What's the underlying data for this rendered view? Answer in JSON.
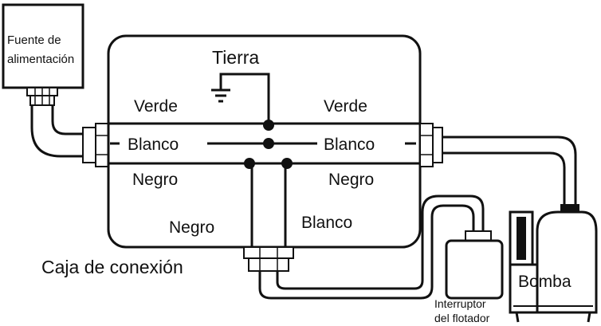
{
  "labels": {
    "power_supply_line1": "Fuente de",
    "power_supply_line2": "alimentación",
    "ground": "Tierra",
    "green_left": "Verde",
    "green_right": "Verde",
    "white_left": "Blanco",
    "white_right": "Blanco",
    "black_left": "Negro",
    "black_right": "Negro",
    "black_bottom": "Negro",
    "white_bottom": "Blanco",
    "junction_box": "Caja de conexión",
    "pump": "Bomba",
    "float_switch_line1": "Interruptor",
    "float_switch_line2": "del flotador"
  },
  "colors": {
    "line": "#111111",
    "background": "#ffffff"
  }
}
